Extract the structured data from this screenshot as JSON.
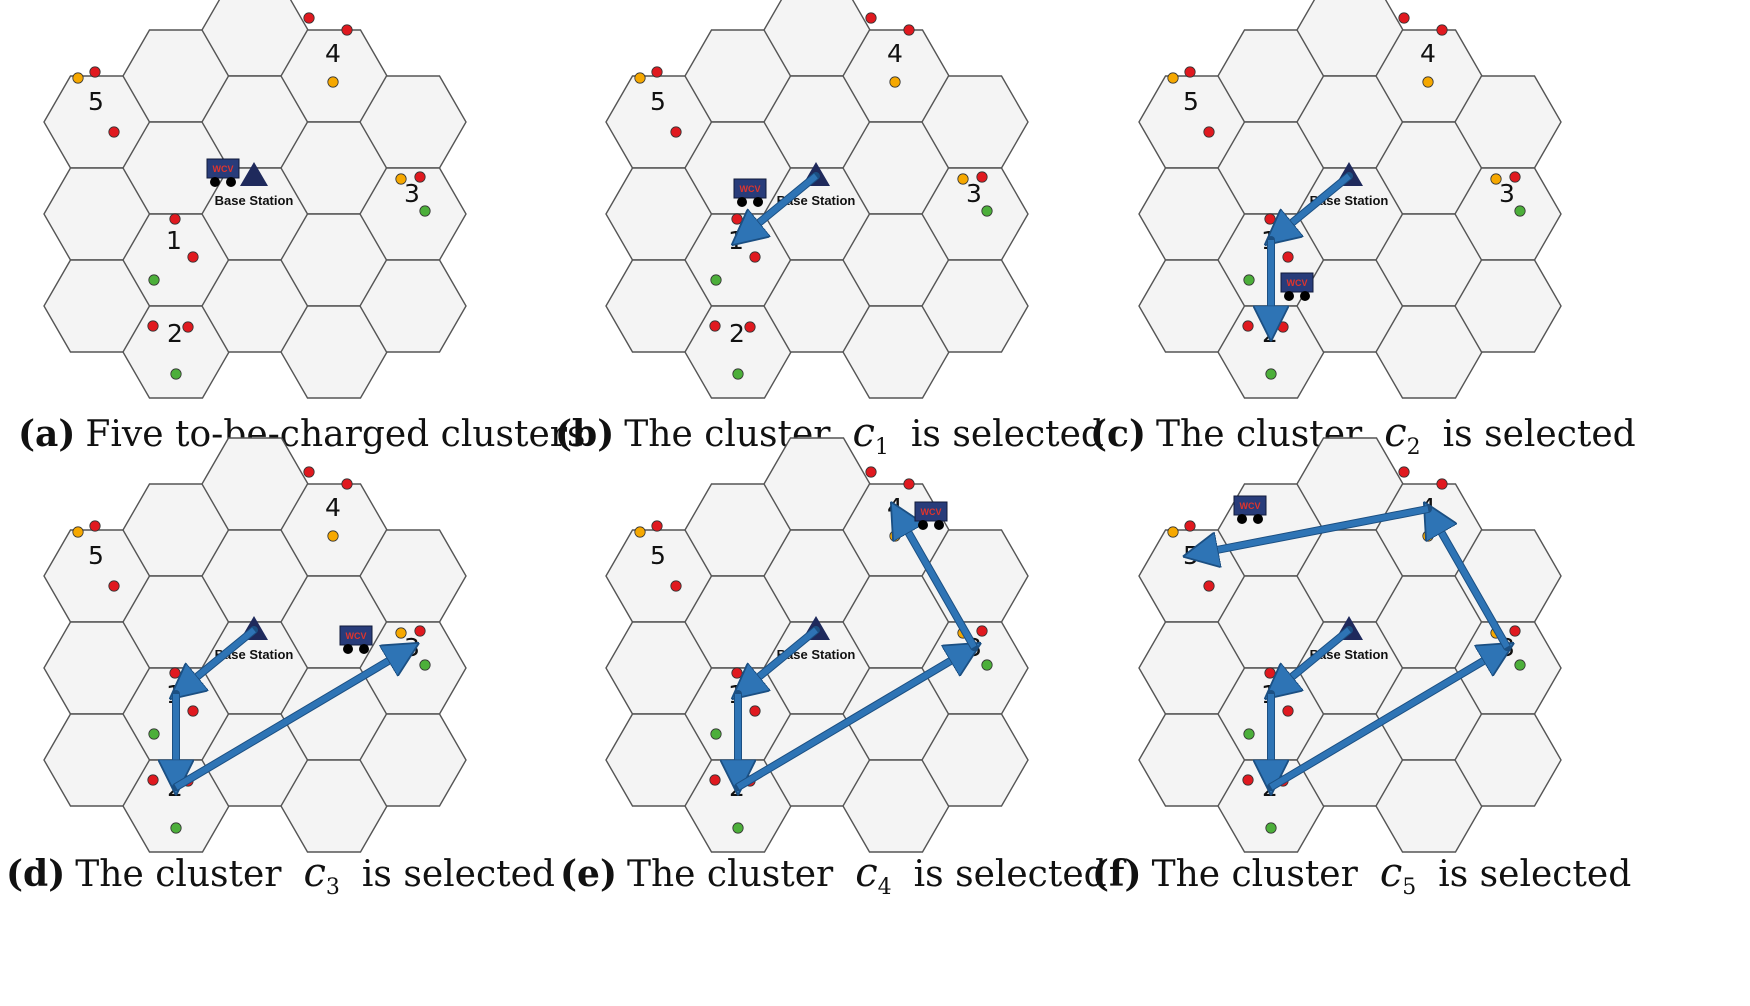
{
  "base_station_label": "Base Station",
  "wcv_label": "WCV",
  "cluster_labels": [
    "1",
    "2",
    "3",
    "4",
    "5"
  ],
  "colors": {
    "hex_fill": "#f4f4f4",
    "hex_stroke": "#555555",
    "node_red": "#e0191f",
    "node_orange": "#f6a800",
    "node_green": "#4caf3a",
    "path": "#2e74b5",
    "path_edge": "#1b4f82",
    "base_station": "#1f2a5c",
    "wcv_body": "#283c7a"
  },
  "panels": [
    {
      "letter": "(a)",
      "pre": "Five to-be-charged clusters",
      "math": "",
      "sub": "",
      "post": ""
    },
    {
      "letter": "(b)",
      "pre": "The cluster",
      "math": "c",
      "sub": "1",
      "post": "is selected"
    },
    {
      "letter": "(c)",
      "pre": "The cluster",
      "math": "c",
      "sub": "2",
      "post": "is selected"
    },
    {
      "letter": "(d)",
      "pre": "The cluster",
      "math": "c",
      "sub": "3",
      "post": "is selected"
    },
    {
      "letter": "(e)",
      "pre": "The cluster",
      "math": "c",
      "sub": "4",
      "post": "is selected"
    },
    {
      "letter": "(f)",
      "pre": "The cluster",
      "math": "c",
      "sub": "5",
      "post": "is selected"
    }
  ]
}
